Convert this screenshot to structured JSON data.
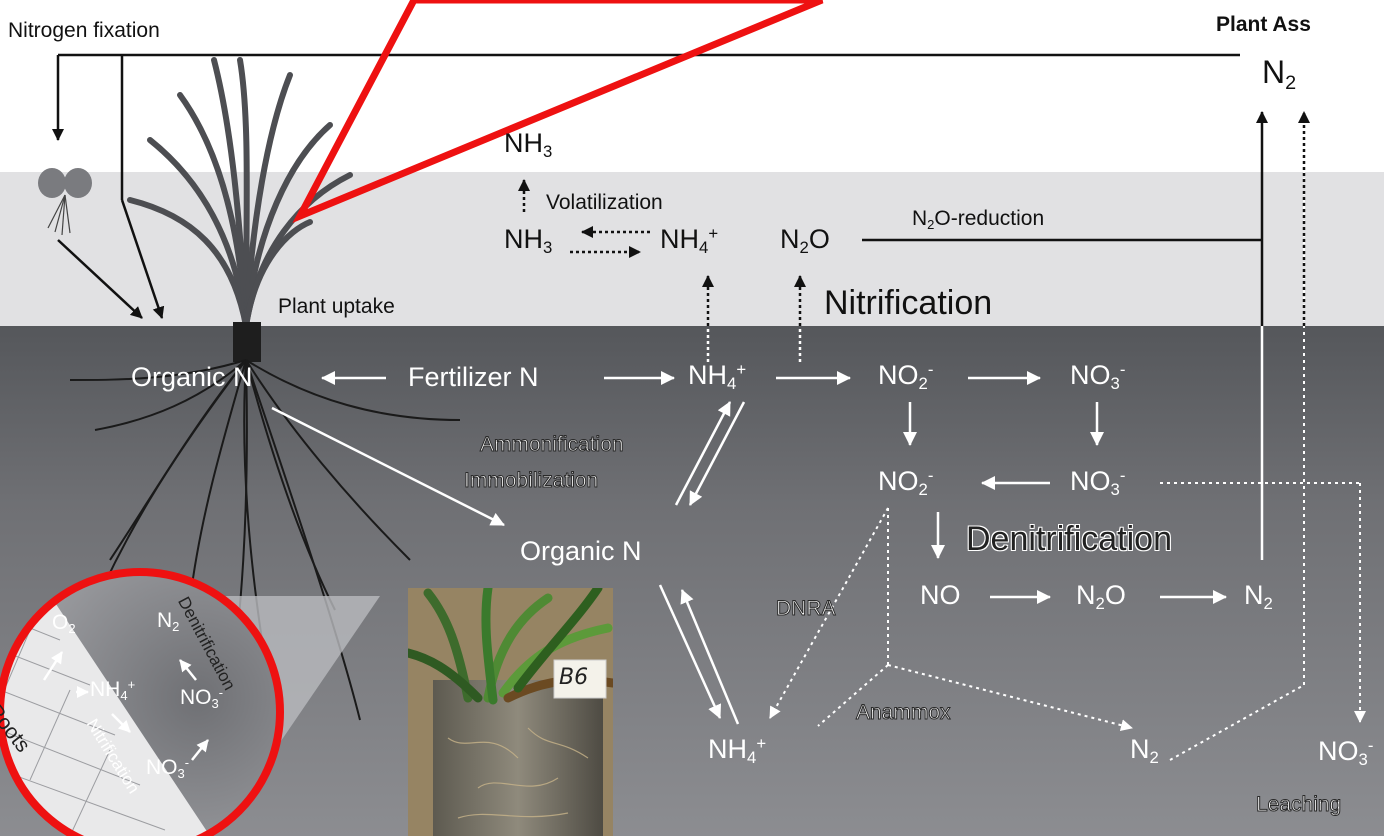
{
  "header": {
    "nitrogen_fixation": "Nitrogen fixation",
    "plant_ass": "Plant  Ass"
  },
  "atmosphere": {
    "n2": "N",
    "n2_sub": "2",
    "nh3": "NH",
    "nh3_sub": "3"
  },
  "surface": {
    "volatilization": "Volatilization",
    "nh3": "NH",
    "nh3_sub": "3",
    "nh4": "NH",
    "nh4_sub": "4",
    "nh4_sup": "+",
    "n2o": "N",
    "n2o_sub": "2",
    "n2o_o": "O",
    "n2o_reduction_a": "N",
    "n2o_reduction_sub": "2",
    "n2o_reduction_b": "O-reduction",
    "plant_uptake": "Plant uptake",
    "nitrification": "Nitrification"
  },
  "soil": {
    "organic_n": "Organic N",
    "fertilizer_n": "Fertilizer N",
    "nh4": "NH",
    "nh4_sub": "4",
    "nh4_sup": "+",
    "no2": "NO",
    "no2_sub": "2",
    "no2_sup": "-",
    "no3": "NO",
    "no3_sub": "3",
    "no3_sup": "-",
    "ammonification": "Ammonification",
    "immobilization": "Immobilization",
    "organic_n_2": "Organic N",
    "no2_b": "NO",
    "no2_b_sub": "2",
    "no2_b_sup": "-",
    "no3_b": "NO",
    "no3_b_sub": "3",
    "no3_b_sup": "-",
    "denitrification": "Denitrification",
    "no": "NO",
    "n2o": "N",
    "n2o_sub": "2",
    "n2o_o": "O",
    "n2": "N",
    "n2_sub": "2",
    "dnra": "DNRA",
    "anammox": "Anammox",
    "nh4_b": "NH",
    "nh4_b_sub": "4",
    "nh4_b_sup": "+",
    "n2_b": "N",
    "n2_b_sub": "2",
    "no3_c": "NO",
    "no3_c_sub": "3",
    "no3_c_sup": "-",
    "leaching": "Leaching"
  },
  "inset": {
    "roots": "Roots",
    "o2": "O",
    "o2_sub": "2",
    "nh4": "NH",
    "nh4_sub": "4",
    "nh4_sup": "+",
    "n2": "N",
    "n2_sub": "2",
    "no3a": "NO",
    "no3a_sub": "3",
    "no3a_sup": "-",
    "no3b": "NO",
    "no3b_sub": "3",
    "no3b_sup": "-",
    "denitrification": "Denitrification",
    "nitrification": "Nitrification"
  },
  "photo": {
    "tag": "B6"
  },
  "colors": {
    "highlight": "#ee1111",
    "surface_band": "#e1e1e3",
    "soil_top": "#55575b",
    "soil_bottom": "#8a8b8f"
  }
}
